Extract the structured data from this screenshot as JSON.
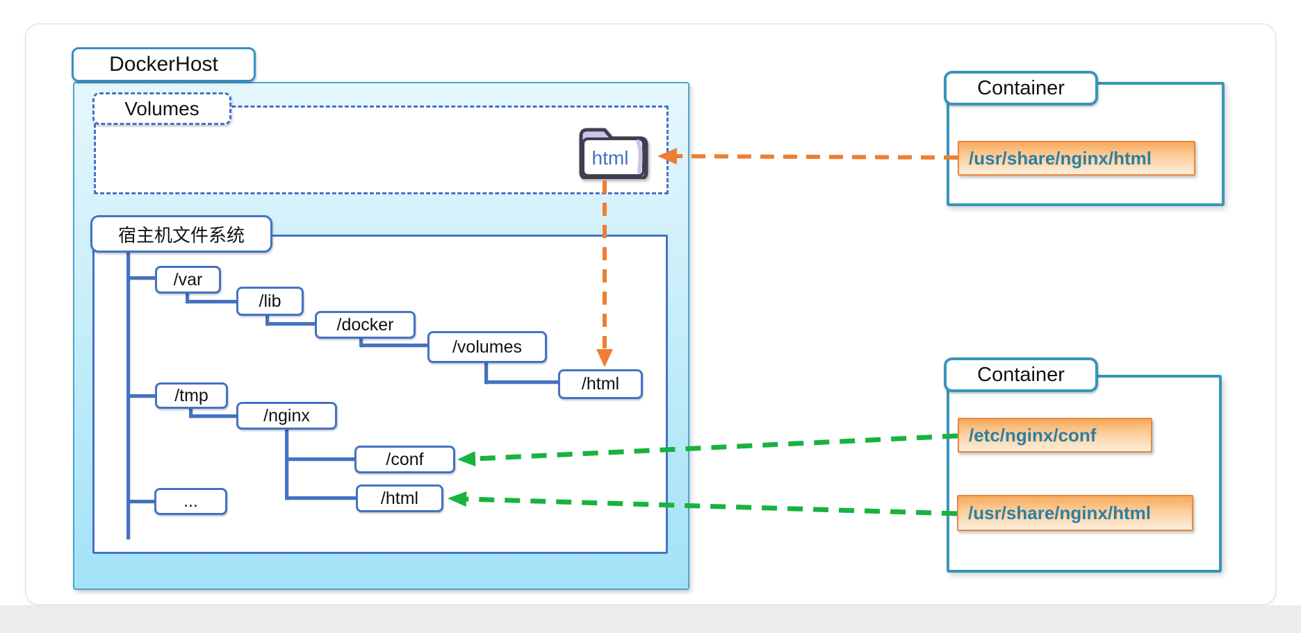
{
  "docker_host": {
    "label": "DockerHost"
  },
  "volumes": {
    "label": "Volumes",
    "folder_label": "html"
  },
  "host_fs": {
    "label": "宿主机文件系统",
    "nodes": {
      "var": "/var",
      "lib": "/lib",
      "docker": "/docker",
      "volumes": "/volumes",
      "html_under_volumes": "/html",
      "tmp": "/tmp",
      "nginx": "/nginx",
      "conf": "/conf",
      "html_under_nginx": "/html",
      "more": "..."
    }
  },
  "containers": {
    "top": {
      "label": "Container",
      "mount_html": "/usr/share/nginx/html"
    },
    "bottom": {
      "label": "Container",
      "mount_conf": "/etc/nginx/conf",
      "mount_html": "/usr/share/nginx/html"
    }
  },
  "colors": {
    "tree_blue": "#4472c4",
    "container_teal": "#3695ba",
    "dockerhost_border": "#4ba3d1",
    "dockerhost_fill_top": "#e6f7fd",
    "dockerhost_fill_bottom": "#a2e2f7",
    "orange_accent": "#ee7e32",
    "green_accent": "#17b33e",
    "mount_text": "#2e7f9e",
    "folder_text": "#4472c4"
  }
}
